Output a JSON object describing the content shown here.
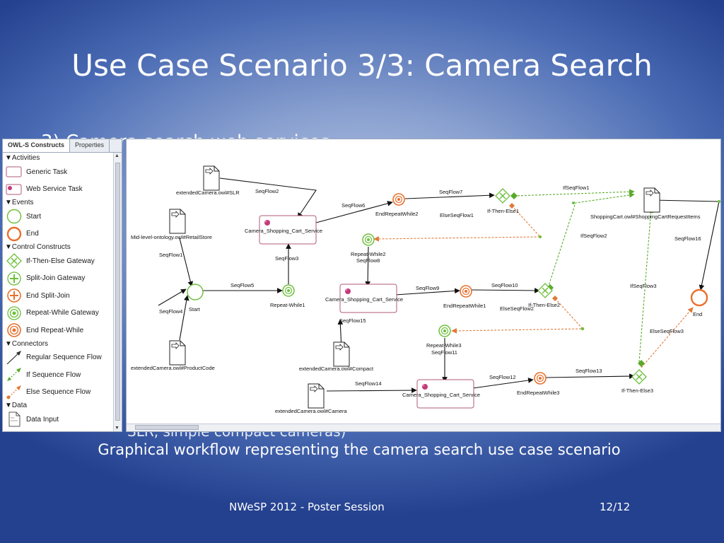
{
  "slide": {
    "title": "Use Case Scenario 3/3: Camera Search",
    "bullet_partial": "3)  Camera search web services",
    "bullet_tail": "SLR, simple compact cameras)",
    "caption": "Graphical workflow representing the camera search use case scenario",
    "footer_center": "NWeSP 2012 - Poster Session",
    "footer_right": "12/12"
  },
  "palette": {
    "tabs": [
      "OWL-S Constructs",
      "Properties"
    ],
    "sections": [
      {
        "label": "Activities",
        "items": [
          {
            "label": "Generic Task",
            "icon": "generic-task-icon"
          },
          {
            "label": "Web Service Task",
            "icon": "web-service-task-icon"
          }
        ]
      },
      {
        "label": "Events",
        "items": [
          {
            "label": "Start",
            "icon": "start-event-icon"
          },
          {
            "label": "End",
            "icon": "end-event-icon"
          }
        ]
      },
      {
        "label": "Control Constructs",
        "items": [
          {
            "label": "If-Then-Else Gateway",
            "icon": "if-then-else-gateway-icon"
          },
          {
            "label": "Split-Join Gateway",
            "icon": "split-join-gateway-icon"
          },
          {
            "label": "End Split-Join",
            "icon": "end-split-join-icon"
          },
          {
            "label": "Repeat-While Gateway",
            "icon": "repeat-while-gateway-icon"
          },
          {
            "label": "End Repeat-While",
            "icon": "end-repeat-while-icon"
          }
        ]
      },
      {
        "label": "Connectors",
        "items": [
          {
            "label": "Regular Sequence Flow",
            "icon": "regular-sequence-flow-icon"
          },
          {
            "label": "If Sequence Flow",
            "icon": "if-sequence-flow-icon"
          },
          {
            "label": "Else Sequence Flow",
            "icon": "else-sequence-flow-icon"
          }
        ]
      },
      {
        "label": "Data",
        "items": [
          {
            "label": "Data Input",
            "icon": "data-input-icon"
          }
        ]
      }
    ]
  },
  "diagram": {
    "nodes": {
      "slr_doc": "extendedCamera.owl#SLR",
      "retail_doc": "Mid-level-ontology.owl#RetailStore",
      "product_doc": "extendedCamera.owl#ProductCode",
      "compact_doc": "extendedCamera.owl#Compact",
      "camera_doc": "extendedCamera.owl#Camera",
      "request_doc": "ShoppingCart.owl#ShoppingCartRequestItems",
      "start": "Start",
      "end": "End",
      "service1": "Camera_Shopping_Cart_Service",
      "service2": "Camera_Shopping_Cart_Service",
      "service3": "Camera_Shopping_Cart_Service",
      "repeat1": "Repeat-While1",
      "repeat2": "Repeat-While2",
      "repeat3": "Repeat-While3",
      "endrepeat1": "EndRepeatWhile1",
      "endrepeat2": "EndRepeatWhile2",
      "endrepeat3": "EndRepeatWhile3",
      "ite1": "If-Then-Else1",
      "ite2": "If-Then-Else2",
      "ite3": "If-Then-Else3"
    },
    "flows": {
      "seq1": "SeqFlow1",
      "seq2": "SeqFlow2",
      "seq3": "SeqFlow3",
      "seq4": "SeqFlow4",
      "seq5": "SeqFlow5",
      "seq6": "SeqFlow6",
      "seq7": "SeqFlow7",
      "seq8": "SeqFlow8",
      "seq9": "SeqFlow9",
      "seq10": "SeqFlow10",
      "seq11": "SeqFlow11",
      "seq12": "SeqFlow12",
      "seq13": "SeqFlow13",
      "seq14": "SeqFlow14",
      "seq15": "SeqFlow15",
      "seq16": "SeqFlow16",
      "if1": "IfSeqFlow1",
      "if2": "IfSeqFlow2",
      "if3": "IfSeqFlow3",
      "else1": "ElseSeqFlow1",
      "else2": "ElseSeqFlow2",
      "else3": "ElseSeqFlow3"
    }
  },
  "colors": {
    "seq": "#111111",
    "if_flow": "#5aaa2a",
    "else_flow": "#e07a3a",
    "service_border": "#b05a78",
    "gateway_green": "#6cbf3a",
    "end_orange": "#e8702e"
  }
}
